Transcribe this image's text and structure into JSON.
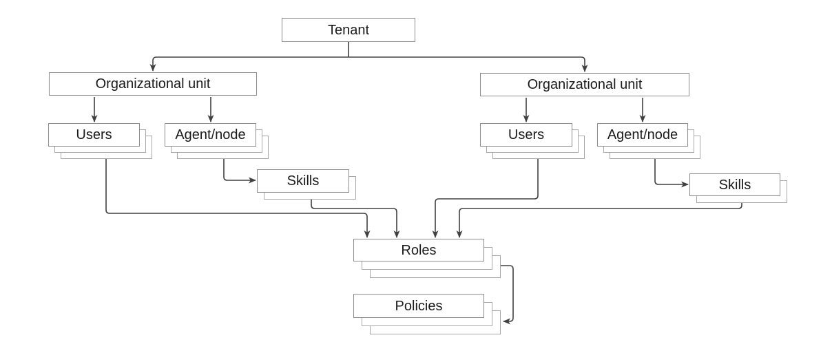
{
  "diagram": {
    "type": "hierarchy",
    "background": "#ffffff",
    "colors": {
      "box_fill": "#ffffff",
      "box_border": "#8c8c8c",
      "shadow_border": "#a6a6a6",
      "connector": "#404040",
      "text": "#1a1a1a"
    },
    "nodes": {
      "tenant": {
        "label": "Tenant",
        "stacked": false
      },
      "ou_left": {
        "label": "Organizational unit",
        "stacked": false
      },
      "ou_right": {
        "label": "Organizational unit",
        "stacked": false
      },
      "users_left": {
        "label": "Users",
        "stacked": true,
        "copies": 3
      },
      "agent_left": {
        "label": "Agent/node",
        "stacked": true,
        "copies": 3
      },
      "skills_left": {
        "label": "Skills",
        "stacked": true,
        "copies": 2
      },
      "users_right": {
        "label": "Users",
        "stacked": true,
        "copies": 3
      },
      "agent_right": {
        "label": "Agent/node",
        "stacked": true,
        "copies": 3
      },
      "skills_right": {
        "label": "Skills",
        "stacked": true,
        "copies": 2
      },
      "roles": {
        "label": "Roles",
        "stacked": true,
        "copies": 3
      },
      "policies": {
        "label": "Policies",
        "stacked": true,
        "copies": 3
      }
    },
    "edges": [
      {
        "from": "tenant",
        "to": "ou_left"
      },
      {
        "from": "tenant",
        "to": "ou_right"
      },
      {
        "from": "ou_left",
        "to": "users_left"
      },
      {
        "from": "ou_left",
        "to": "agent_left"
      },
      {
        "from": "ou_right",
        "to": "users_right"
      },
      {
        "from": "ou_right",
        "to": "agent_right"
      },
      {
        "from": "agent_left",
        "to": "skills_left"
      },
      {
        "from": "agent_right",
        "to": "skills_right"
      },
      {
        "from": "users_left",
        "to": "roles"
      },
      {
        "from": "skills_left",
        "to": "roles"
      },
      {
        "from": "users_right",
        "to": "roles"
      },
      {
        "from": "skills_right",
        "to": "roles"
      },
      {
        "from": "roles",
        "to": "policies"
      }
    ]
  }
}
